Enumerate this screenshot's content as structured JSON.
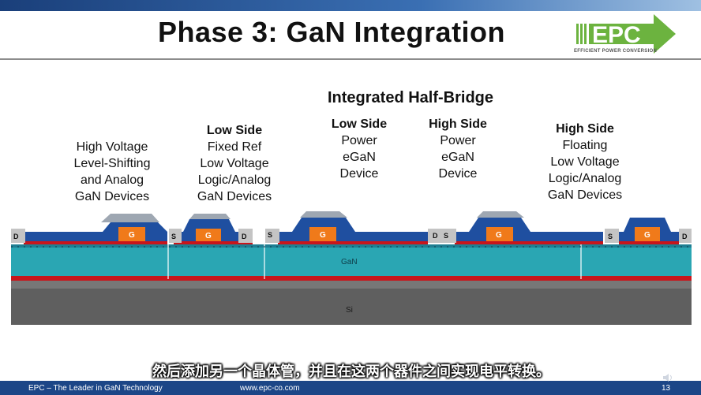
{
  "title": "Phase 3: GaN Integration",
  "logo": {
    "text": "EPC",
    "tagline": "EFFICIENT POWER CONVERSION",
    "brand_color": "#6cb33f"
  },
  "half_bridge_title": "Integrated Half-Bridge",
  "labels": {
    "hv_level_shift": {
      "lines": [
        "High Voltage",
        "Level-Shifting",
        "and Analog",
        "GaN Devices"
      ]
    },
    "low_side_logic": {
      "heading": "Low Side",
      "lines": [
        "Fixed Ref",
        "Low Voltage",
        "Logic/Analog",
        "GaN Devices"
      ]
    },
    "low_side_power": {
      "heading": "Low Side",
      "lines": [
        "Power",
        "eGaN",
        "Device"
      ]
    },
    "high_side_power": {
      "heading": "High Side",
      "lines": [
        "Power",
        "eGaN",
        "Device"
      ]
    },
    "high_side_logic": {
      "heading": "High Side",
      "lines": [
        "Floating",
        "Low Voltage",
        "Logic/Analog",
        "GaN Devices"
      ]
    }
  },
  "diagram": {
    "layer_gan": "GaN",
    "layer_si": "Si",
    "gate": "G",
    "source": "S",
    "drain": "D",
    "colors": {
      "gan": "#2aa6b3",
      "si": "#5f5f5f",
      "red_line": "#c8151b",
      "metal": "#1f4fa0",
      "gate": "#f07a1a",
      "passivation": "#9ea7b2"
    }
  },
  "subtitle": "然后添加另一个晶体管，并且在这两个器件之间实现电平转换。",
  "footer": {
    "left": "EPC – The Leader in GaN Technology",
    "url": "www.epc-co.com",
    "page": "13"
  }
}
